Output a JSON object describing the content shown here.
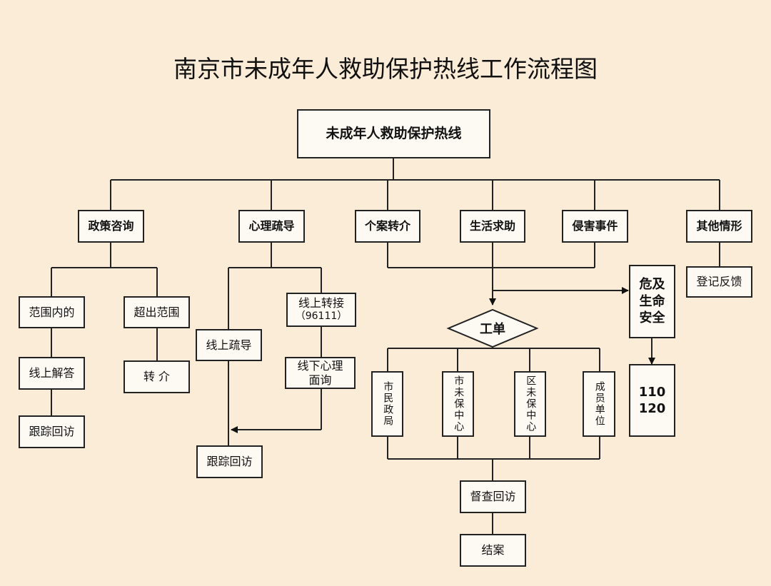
{
  "title": "南京市未成年人救助保护热线工作流程图",
  "root": "未成年人救助保护热线",
  "categories": {
    "policy": "政策咨询",
    "psych": "心理疏导",
    "referral": "个案转介",
    "life": "生活求助",
    "harm": "侵害事件",
    "other": "其他情形"
  },
  "policy_branch": {
    "in_scope": "范围内的",
    "online_answer": "线上解答",
    "follow_up": "跟踪回访",
    "out_scope": "超出范围",
    "transfer": "转 介"
  },
  "psych_branch": {
    "online_counsel": "线上疏导",
    "online_transfer_line1": "线上转接",
    "online_transfer_line2": "（96111）",
    "offline_line1": "线下心理",
    "offline_line2": "面询",
    "follow_up": "跟踪回访"
  },
  "other_branch": {
    "register": "登记反馈"
  },
  "danger": {
    "line1": "危及",
    "line2": "生命",
    "line3": "安全",
    "num1": "110",
    "num2": "120"
  },
  "work_order": "工单",
  "units": {
    "civil": "市民政局",
    "city_center": "市未保中心",
    "district_center": "区未保中心",
    "members": "成员单位"
  },
  "supervise": "督查回访",
  "close_case": "结案"
}
